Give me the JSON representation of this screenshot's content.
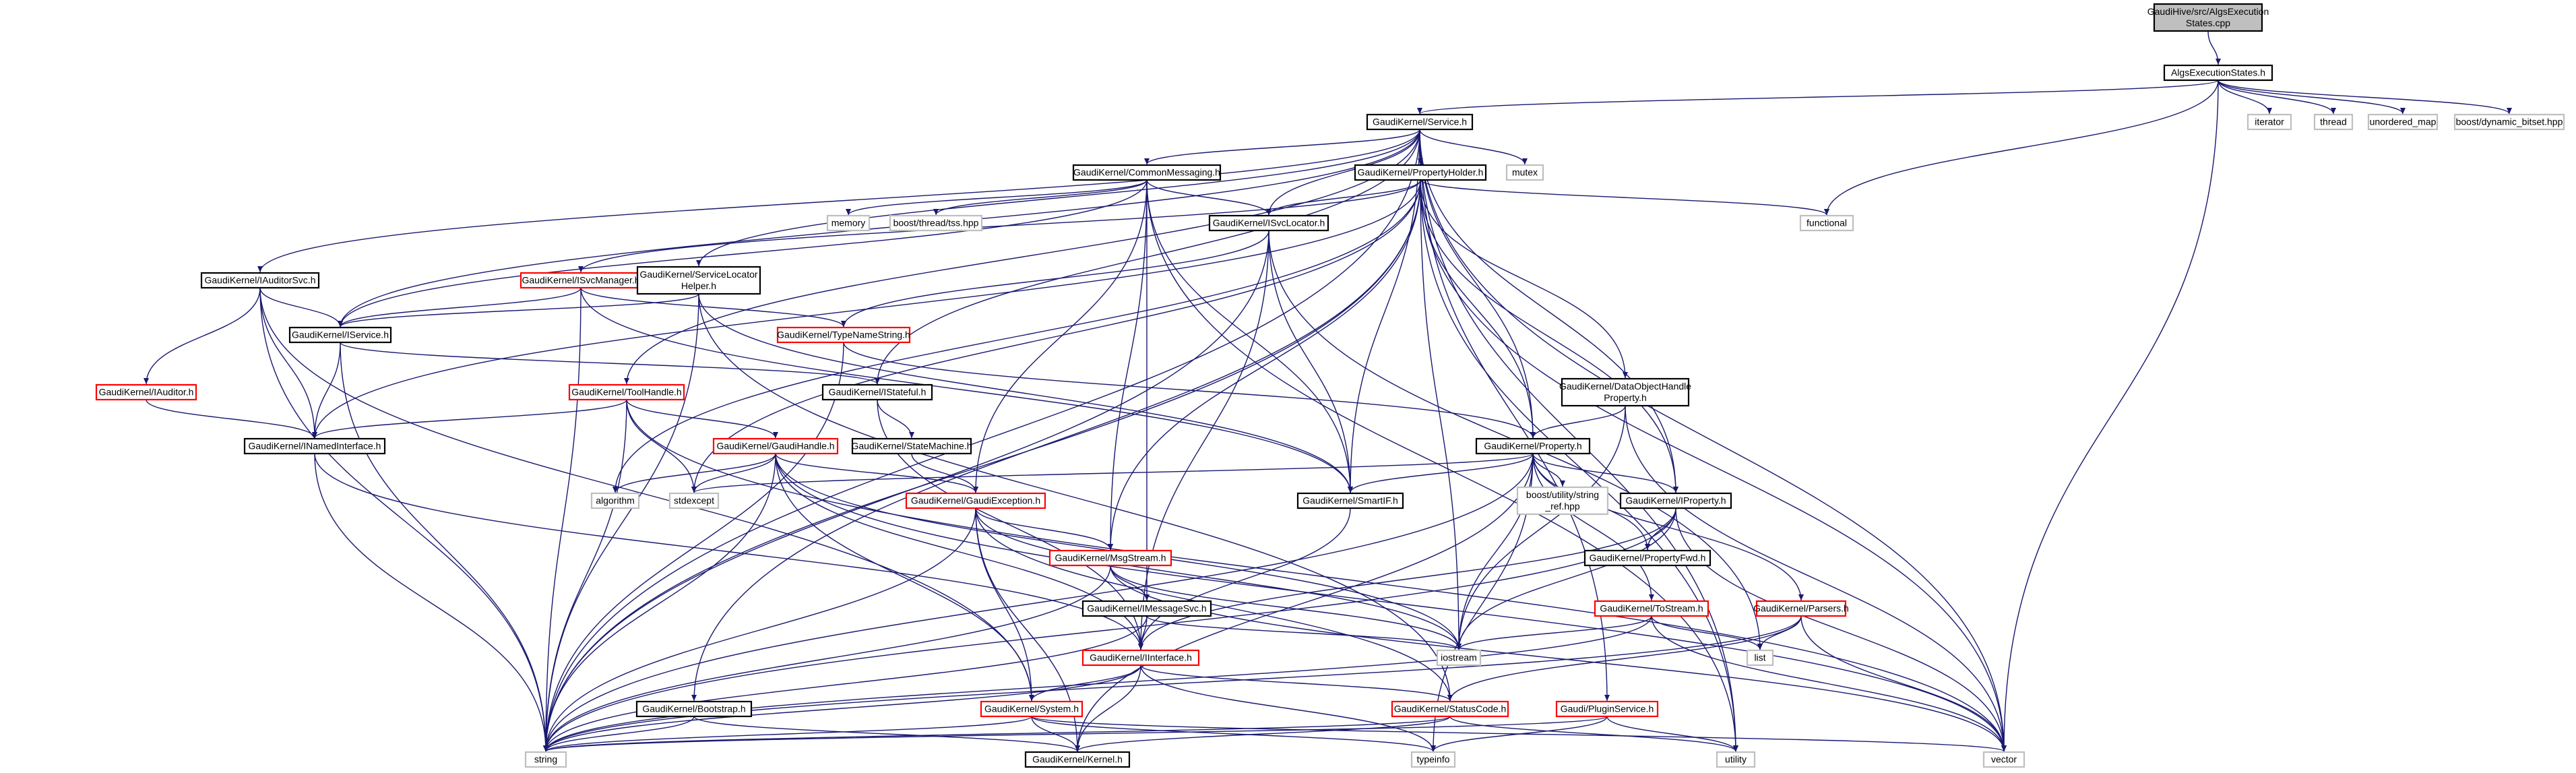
{
  "graph": {
    "title": "",
    "colors": {
      "edge": "#191970",
      "arrow": "#191970",
      "node_border_normal": "#000000",
      "node_border_red": "#ff0000",
      "node_border_system": "#bfbfbf",
      "root_fill": "#bfbfbf",
      "node_fill": "#ffffff"
    },
    "nodes": [
      {
        "id": "root",
        "lines": [
          "GaudiHive/src/AlgsExecution",
          "States.cpp"
        ],
        "style": "root"
      },
      {
        "id": "aes",
        "lines": [
          "AlgsExecutionStates.h"
        ],
        "style": "normal"
      },
      {
        "id": "service",
        "lines": [
          "GaudiKernel/Service.h"
        ],
        "style": "normal"
      },
      {
        "id": "iterator",
        "lines": [
          "iterator"
        ],
        "style": "system"
      },
      {
        "id": "thread",
        "lines": [
          "thread"
        ],
        "style": "system"
      },
      {
        "id": "umap",
        "lines": [
          "unordered_map"
        ],
        "style": "system"
      },
      {
        "id": "bitset",
        "lines": [
          "boost/dynamic_bitset.hpp"
        ],
        "style": "system"
      },
      {
        "id": "cm",
        "lines": [
          "GaudiKernel/CommonMessaging.h"
        ],
        "style": "normal"
      },
      {
        "id": "ph",
        "lines": [
          "GaudiKernel/PropertyHolder.h"
        ],
        "style": "normal"
      },
      {
        "id": "mutex",
        "lines": [
          "mutex"
        ],
        "style": "system"
      },
      {
        "id": "memory",
        "lines": [
          "memory"
        ],
        "style": "system"
      },
      {
        "id": "tss",
        "lines": [
          "boost/thread/tss.hpp"
        ],
        "style": "system"
      },
      {
        "id": "isvcloc",
        "lines": [
          "GaudiKernel/ISvcLocator.h"
        ],
        "style": "normal"
      },
      {
        "id": "functional",
        "lines": [
          "functional"
        ],
        "style": "system"
      },
      {
        "id": "iauditorsvc",
        "lines": [
          "GaudiKernel/IAuditorSvc.h"
        ],
        "style": "normal"
      },
      {
        "id": "isvcmgr",
        "lines": [
          "GaudiKernel/ISvcManager.h"
        ],
        "style": "red"
      },
      {
        "id": "slh",
        "lines": [
          "GaudiKernel/ServiceLocator",
          "Helper.h"
        ],
        "style": "normal"
      },
      {
        "id": "iservice",
        "lines": [
          "GaudiKernel/IService.h"
        ],
        "style": "normal"
      },
      {
        "id": "typename",
        "lines": [
          "GaudiKernel/TypeNameString.h"
        ],
        "style": "red"
      },
      {
        "id": "iauditor",
        "lines": [
          "GaudiKernel/IAuditor.h"
        ],
        "style": "red"
      },
      {
        "id": "toolhandle",
        "lines": [
          "GaudiKernel/ToolHandle.h"
        ],
        "style": "red"
      },
      {
        "id": "istateful",
        "lines": [
          "GaudiKernel/IStateful.h"
        ],
        "style": "normal"
      },
      {
        "id": "dohp",
        "lines": [
          "GaudiKernel/DataObjectHandle",
          "Property.h"
        ],
        "style": "normal"
      },
      {
        "id": "inamed",
        "lines": [
          "GaudiKernel/INamedInterface.h"
        ],
        "style": "normal"
      },
      {
        "id": "gaudihandle",
        "lines": [
          "GaudiKernel/GaudiHandle.h"
        ],
        "style": "red"
      },
      {
        "id": "statemachine",
        "lines": [
          "GaudiKernel/StateMachine.h"
        ],
        "style": "normal"
      },
      {
        "id": "property",
        "lines": [
          "GaudiKernel/Property.h"
        ],
        "style": "normal"
      },
      {
        "id": "algorithm",
        "lines": [
          "algorithm"
        ],
        "style": "system"
      },
      {
        "id": "stdexcept",
        "lines": [
          "stdexcept"
        ],
        "style": "system"
      },
      {
        "id": "smartif",
        "lines": [
          "GaudiKernel/SmartIF.h"
        ],
        "style": "normal"
      },
      {
        "id": "bsr",
        "lines": [
          "boost/utility/string",
          "_ref.hpp"
        ],
        "style": "system"
      },
      {
        "id": "iproperty",
        "lines": [
          "GaudiKernel/IProperty.h"
        ],
        "style": "normal"
      },
      {
        "id": "gex",
        "lines": [
          "GaudiKernel/GaudiException.h"
        ],
        "style": "red"
      },
      {
        "id": "propfwd",
        "lines": [
          "GaudiKernel/PropertyFwd.h"
        ],
        "style": "normal"
      },
      {
        "id": "msgstream",
        "lines": [
          "GaudiKernel/MsgStream.h"
        ],
        "style": "red"
      },
      {
        "id": "imsgsvc",
        "lines": [
          "GaudiKernel/IMessageSvc.h"
        ],
        "style": "normal"
      },
      {
        "id": "tostream",
        "lines": [
          "GaudiKernel/ToStream.h"
        ],
        "style": "red"
      },
      {
        "id": "parsers",
        "lines": [
          "GaudiKernel/Parsers.h"
        ],
        "style": "red"
      },
      {
        "id": "interface",
        "lines": [
          "GaudiKernel/IInterface.h"
        ],
        "style": "red"
      },
      {
        "id": "iostream",
        "lines": [
          "iostream"
        ],
        "style": "system"
      },
      {
        "id": "list",
        "lines": [
          "list"
        ],
        "style": "system"
      },
      {
        "id": "bootstrap",
        "lines": [
          "GaudiKernel/Bootstrap.h"
        ],
        "style": "normal"
      },
      {
        "id": "system",
        "lines": [
          "GaudiKernel/System.h"
        ],
        "style": "red"
      },
      {
        "id": "statuscode",
        "lines": [
          "GaudiKernel/StatusCode.h"
        ],
        "style": "red"
      },
      {
        "id": "pluginsvc",
        "lines": [
          "Gaudi/PluginService.h"
        ],
        "style": "red"
      },
      {
        "id": "string",
        "lines": [
          "string"
        ],
        "style": "system"
      },
      {
        "id": "kernel",
        "lines": [
          "GaudiKernel/Kernel.h"
        ],
        "style": "normal"
      },
      {
        "id": "typeinfo",
        "lines": [
          "typeinfo"
        ],
        "style": "system"
      },
      {
        "id": "utility",
        "lines": [
          "utility"
        ],
        "style": "system"
      },
      {
        "id": "vector",
        "lines": [
          "vector"
        ],
        "style": "system"
      }
    ],
    "edges": [
      [
        "root",
        "aes"
      ],
      [
        "aes",
        "service"
      ],
      [
        "aes",
        "iterator"
      ],
      [
        "aes",
        "thread"
      ],
      [
        "aes",
        "umap"
      ],
      [
        "aes",
        "bitset"
      ],
      [
        "aes",
        "vector"
      ],
      [
        "aes",
        "functional"
      ],
      [
        "service",
        "cm"
      ],
      [
        "service",
        "ph"
      ],
      [
        "service",
        "mutex"
      ],
      [
        "service",
        "isvcloc"
      ],
      [
        "service",
        "iauditorsvc"
      ],
      [
        "service",
        "slh"
      ],
      [
        "service",
        "iservice"
      ],
      [
        "service",
        "toolhandle"
      ],
      [
        "service",
        "istateful"
      ],
      [
        "service",
        "property"
      ],
      [
        "service",
        "iproperty"
      ],
      [
        "service",
        "smartif"
      ],
      [
        "service",
        "pluginsvc"
      ],
      [
        "service",
        "string"
      ],
      [
        "service",
        "vector"
      ],
      [
        "service",
        "utility"
      ],
      [
        "cm",
        "memory"
      ],
      [
        "cm",
        "tss"
      ],
      [
        "cm",
        "isvcloc"
      ],
      [
        "cm",
        "iservice"
      ],
      [
        "cm",
        "smartif"
      ],
      [
        "cm",
        "imsgsvc"
      ],
      [
        "cm",
        "msgstream"
      ],
      [
        "cm",
        "gex"
      ],
      [
        "cm",
        "utility"
      ],
      [
        "ph",
        "functional"
      ],
      [
        "ph",
        "isvcloc"
      ],
      [
        "ph",
        "isvcmgr"
      ],
      [
        "ph",
        "inamed"
      ],
      [
        "ph",
        "dohp"
      ],
      [
        "ph",
        "property"
      ],
      [
        "ph",
        "iproperty"
      ],
      [
        "ph",
        "msgstream"
      ],
      [
        "ph",
        "algorithm"
      ],
      [
        "ph",
        "stdexcept"
      ],
      [
        "ph",
        "bootstrap"
      ],
      [
        "ph",
        "iostream"
      ],
      [
        "ph",
        "string"
      ],
      [
        "ph",
        "vector"
      ],
      [
        "ph",
        "utility"
      ],
      [
        "isvcloc",
        "typename"
      ],
      [
        "isvcloc",
        "smartif"
      ],
      [
        "isvcloc",
        "interface"
      ],
      [
        "isvcloc",
        "string"
      ],
      [
        "isvcloc",
        "list"
      ],
      [
        "iauditorsvc",
        "iservice"
      ],
      [
        "iauditorsvc",
        "iauditor"
      ],
      [
        "iauditorsvc",
        "system"
      ],
      [
        "iauditorsvc",
        "inamed"
      ],
      [
        "iauditorsvc",
        "string"
      ],
      [
        "isvcmgr",
        "iservice"
      ],
      [
        "isvcmgr",
        "typename"
      ],
      [
        "isvcmgr",
        "smartif"
      ],
      [
        "isvcmgr",
        "string"
      ],
      [
        "slh",
        "iservice"
      ],
      [
        "slh",
        "smartif"
      ],
      [
        "slh",
        "statuscode"
      ],
      [
        "slh",
        "string"
      ],
      [
        "iservice",
        "inamed"
      ],
      [
        "iservice",
        "istateful"
      ],
      [
        "iservice",
        "string"
      ],
      [
        "typename",
        "property"
      ],
      [
        "typename",
        "string"
      ],
      [
        "iauditor",
        "inamed"
      ],
      [
        "toolhandle",
        "inamed"
      ],
      [
        "toolhandle",
        "gaudihandle"
      ],
      [
        "toolhandle",
        "stdexcept"
      ],
      [
        "toolhandle",
        "string"
      ],
      [
        "toolhandle",
        "vector"
      ],
      [
        "istateful",
        "statemachine"
      ],
      [
        "istateful",
        "interface"
      ],
      [
        "dohp",
        "property"
      ],
      [
        "dohp",
        "iostream"
      ],
      [
        "dohp",
        "vector"
      ],
      [
        "inamed",
        "interface"
      ],
      [
        "inamed",
        "string"
      ],
      [
        "gaudihandle",
        "gex"
      ],
      [
        "gaudihandle",
        "algorithm"
      ],
      [
        "gaudihandle",
        "stdexcept"
      ],
      [
        "gaudihandle",
        "iostream"
      ],
      [
        "gaudihandle",
        "interface"
      ],
      [
        "gaudihandle",
        "system"
      ],
      [
        "gaudihandle",
        "string"
      ],
      [
        "gaudihandle",
        "vector"
      ],
      [
        "statemachine",
        "gex"
      ],
      [
        "property",
        "iproperty"
      ],
      [
        "property",
        "smartif"
      ],
      [
        "property",
        "bsr"
      ],
      [
        "property",
        "propfwd"
      ],
      [
        "property",
        "tostream"
      ],
      [
        "property",
        "parsers"
      ],
      [
        "property",
        "stdexcept"
      ],
      [
        "property",
        "string"
      ],
      [
        "property",
        "typeinfo"
      ],
      [
        "property",
        "kernel"
      ],
      [
        "property",
        "iostream"
      ],
      [
        "smartif",
        "interface"
      ],
      [
        "iproperty",
        "propfwd"
      ],
      [
        "iproperty",
        "interface"
      ],
      [
        "iproperty",
        "iostream"
      ],
      [
        "iproperty",
        "string"
      ],
      [
        "iproperty",
        "vector"
      ],
      [
        "gex",
        "msgstream"
      ],
      [
        "gex",
        "system"
      ],
      [
        "gex",
        "statuscode"
      ],
      [
        "gex",
        "iostream"
      ],
      [
        "gex",
        "string"
      ],
      [
        "gex",
        "kernel"
      ],
      [
        "msgstream",
        "imsgsvc"
      ],
      [
        "msgstream",
        "iostream"
      ],
      [
        "msgstream",
        "string"
      ],
      [
        "msgstream",
        "vector"
      ],
      [
        "imsgsvc",
        "interface"
      ],
      [
        "imsgsvc",
        "iostream"
      ],
      [
        "imsgsvc",
        "string"
      ],
      [
        "tostream",
        "iostream"
      ],
      [
        "tostream",
        "list"
      ],
      [
        "tostream",
        "string"
      ],
      [
        "tostream",
        "vector"
      ],
      [
        "parsers",
        "list"
      ],
      [
        "parsers",
        "statuscode"
      ],
      [
        "parsers",
        "string"
      ],
      [
        "parsers",
        "vector"
      ],
      [
        "interface",
        "system"
      ],
      [
        "interface",
        "statuscode"
      ],
      [
        "interface",
        "kernel"
      ],
      [
        "interface",
        "typeinfo"
      ],
      [
        "interface",
        "string"
      ],
      [
        "bootstrap",
        "string"
      ],
      [
        "bootstrap",
        "kernel"
      ],
      [
        "system",
        "kernel"
      ],
      [
        "system",
        "string"
      ],
      [
        "system",
        "typeinfo"
      ],
      [
        "system",
        "vector"
      ],
      [
        "statuscode",
        "kernel"
      ],
      [
        "statuscode",
        "utility"
      ],
      [
        "statuscode",
        "string"
      ],
      [
        "pluginsvc",
        "string"
      ],
      [
        "pluginsvc",
        "typeinfo"
      ],
      [
        "pluginsvc",
        "utility"
      ]
    ]
  }
}
